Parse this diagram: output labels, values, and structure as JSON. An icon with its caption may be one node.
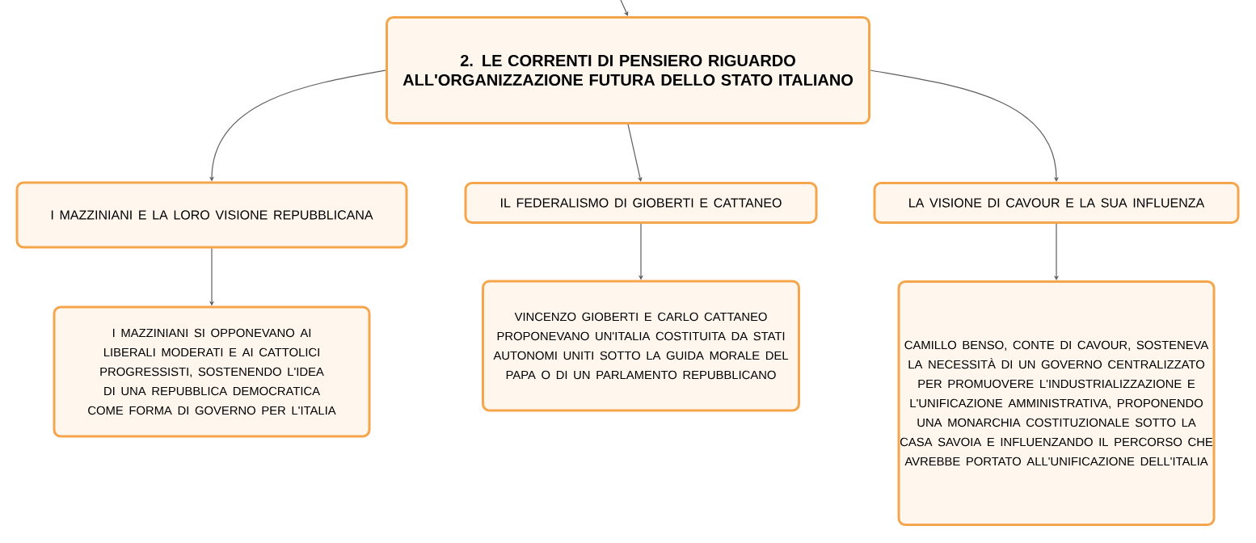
{
  "diagram": {
    "nodes": [
      {
        "text": [
          "2. LE CORRENTI DI PENSIERO RIGUARDO ALL'ORGANIZZAZIONE FUTURA DELLO STATO ITALIANO"
        ]
      },
      {
        "text": [
          "I MAZZINIANI E LA LORO VISIONE REPUBBLICANA"
        ]
      },
      {
        "text": [
          "IL FEDERALISMO DI GIOBERTI E CATTANEO"
        ]
      },
      {
        "text": [
          "LA VISIONE DI CAVOUR E LA SUA INFLUENZA"
        ]
      },
      {
        "text": [
          "I MAZZINIANI SI OPPONEVANO AI LIBERALI MODERATI E AI CATTOLICI PROGRESSISTI, SOSTENENDO L'IDEA DI UNA REPUBBLICA DEMOCRATICA COME FORMA DI GOVERNO PER L'ITALIA"
        ]
      },
      {
        "text": [
          "VINCENZO GIOBERTI E CARLO CATTANEO PROPONEVANO UN'ITALIA COSTITUITA DA STATI AUTONOMI UNITI SOTTO LA GUIDA MORALE DEL PAPA O DI UN PARLAMENTO REPUBBLICANO"
        ]
      },
      {
        "text": [
          "CAMILLO BENSO, CONTE DI CAVOUR, SOSTENEVA LA NECESSITÀ DI UN GOVERNO CENTRALIZZATO PER PROMUOVERE L'INDUSTRIALIZZAZIONE E L'UNIFICAZIONE AMMINISTRATIVA, PROPONENDO UNA MONARCHIA COSTITUZIONALE SOTTO LA CASA SAVOIA E INFLUENZANDO IL PERCORSO CHE AVREBBE PORTATO ALL'UNIFICAZIONE DELL'ITALIA"
        ]
      }
    ],
    "edges": [
      {
        "from": null,
        "to": 0,
        "arrow": "to"
      },
      {
        "from": 0,
        "to": 1,
        "arrow": "to"
      },
      {
        "from": 0,
        "to": 2,
        "arrow": "to"
      },
      {
        "from": 0,
        "to": 3,
        "arrow": "to"
      },
      {
        "from": 1,
        "to": 4,
        "arrow": "to"
      },
      {
        "from": 2,
        "to": 5,
        "arrow": "to"
      },
      {
        "from": 3,
        "to": 6,
        "arrow": "to"
      }
    ]
  }
}
